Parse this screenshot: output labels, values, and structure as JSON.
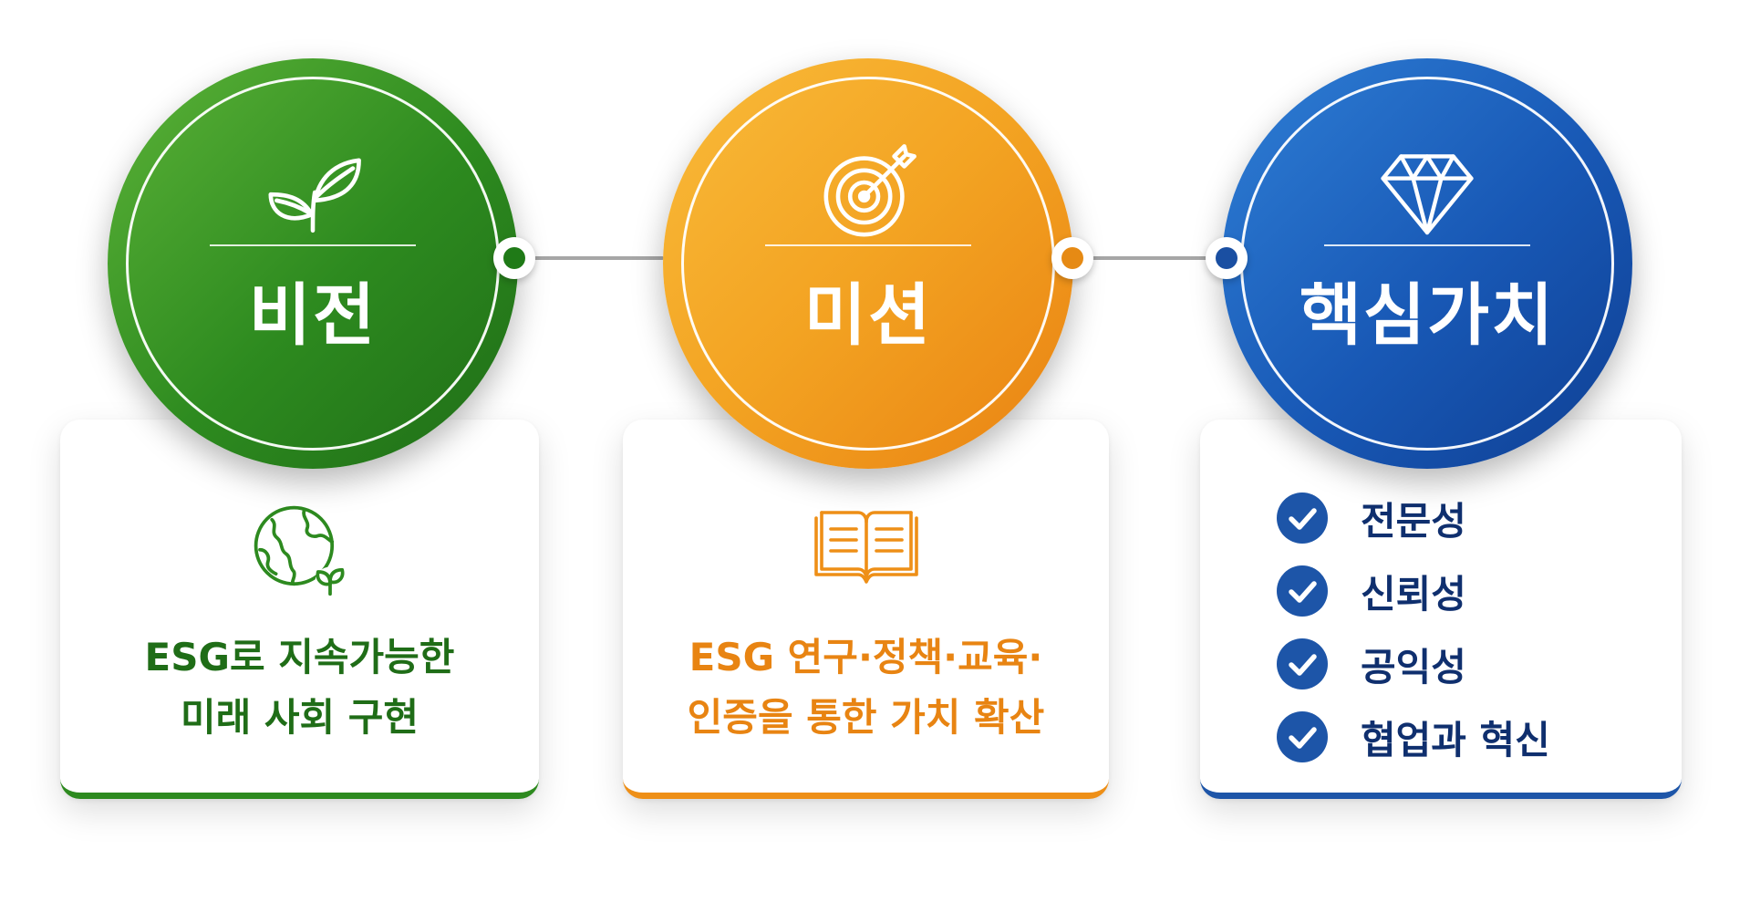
{
  "colors": {
    "green": "#2d8a1f",
    "green_text": "#1f6d17",
    "orange": "#ee8f17",
    "orange_text": "#e88412",
    "blue": "#1d55a8",
    "blue_text": "#0f2f6e",
    "connector": "#a6a6a6"
  },
  "vision": {
    "title": "비전",
    "icon": "sprout-icon",
    "card_icon": "globe-leaf-icon",
    "line1": "ESG로 지속가능한",
    "line2": "미래 사회 구현"
  },
  "mission": {
    "title": "미션",
    "icon": "target-icon",
    "card_icon": "open-book-icon",
    "line1": "ESG 연구·정책·교육·",
    "line2": "인증을 통한 가치 확산"
  },
  "core_values": {
    "title": "핵심가치",
    "icon": "diamond-icon",
    "item_icon": "checkmark-circle-icon",
    "items": [
      {
        "label": "전문성"
      },
      {
        "label": "신뢰성"
      },
      {
        "label": "공익성"
      },
      {
        "label": "협업과 혁신"
      }
    ]
  }
}
